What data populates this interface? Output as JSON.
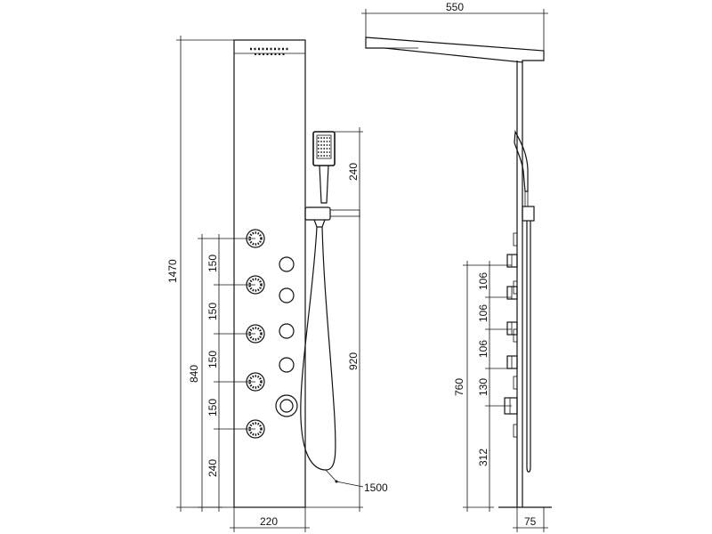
{
  "front_view": {
    "width_label": "220",
    "total_height_label": "1470",
    "jets_span_label": "840",
    "jet_spacing_labels": [
      "150",
      "150",
      "150",
      "150",
      "240"
    ],
    "handshower_label": "240",
    "holder_height_label": "920",
    "hose_length_label": "1500"
  },
  "side_view": {
    "top_width_label": "550",
    "depth_label": "75",
    "controls_span_label": "760",
    "control_spacing_labels": [
      "106",
      "106",
      "106",
      "130",
      "312"
    ]
  }
}
